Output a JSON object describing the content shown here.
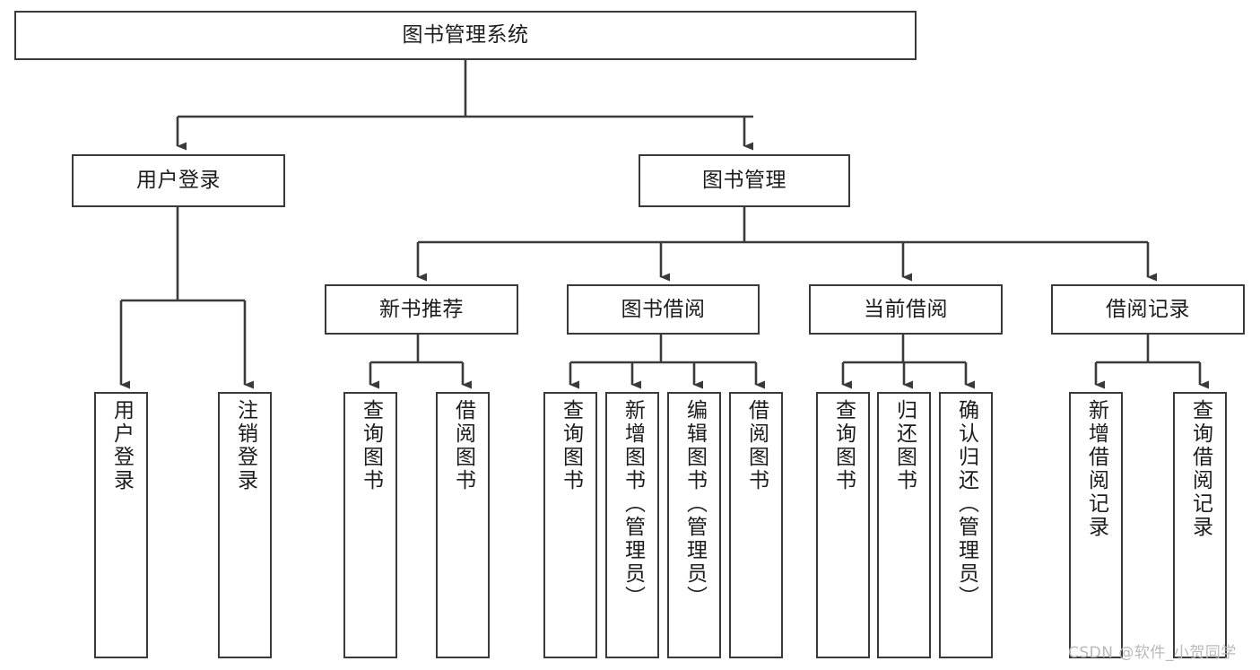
{
  "diagram": {
    "title": "图书管理系统",
    "type": "hierarchy-tree",
    "root": {
      "id": "root",
      "label": "图书管理系统",
      "orientation": "horizontal"
    },
    "level2": [
      {
        "id": "user-login",
        "label": "用户登录",
        "orientation": "horizontal"
      },
      {
        "id": "book-management",
        "label": "图书管理",
        "orientation": "horizontal"
      }
    ],
    "level3": [
      {
        "id": "new-book-recommend",
        "label": "新书推荐",
        "orientation": "horizontal",
        "parent": "book-management"
      },
      {
        "id": "book-borrow",
        "label": "图书借阅",
        "orientation": "horizontal",
        "parent": "book-management"
      },
      {
        "id": "current-borrow",
        "label": "当前借阅",
        "orientation": "horizontal",
        "parent": "book-management"
      },
      {
        "id": "borrow-record",
        "label": "借阅记录",
        "orientation": "horizontal",
        "parent": "book-management"
      }
    ],
    "leaves": [
      {
        "id": "leaf-user-login",
        "label": "用户登录",
        "orientation": "vertical",
        "parent": "user-login"
      },
      {
        "id": "leaf-logout-login",
        "label": "注销登录",
        "orientation": "vertical",
        "parent": "user-login"
      },
      {
        "id": "leaf-query-book-1",
        "label": "查询图书",
        "orientation": "vertical",
        "parent": "new-book-recommend"
      },
      {
        "id": "leaf-borrow-book-1",
        "label": "借阅图书",
        "orientation": "vertical",
        "parent": "new-book-recommend"
      },
      {
        "id": "leaf-query-book-2",
        "label": "查询图书",
        "orientation": "vertical",
        "parent": "book-borrow"
      },
      {
        "id": "leaf-add-book-admin",
        "label": "新增图书（管理员）",
        "orientation": "vertical",
        "parent": "book-borrow"
      },
      {
        "id": "leaf-edit-book-admin",
        "label": "编辑图书（管理员）",
        "orientation": "vertical",
        "parent": "book-borrow"
      },
      {
        "id": "leaf-borrow-book-2",
        "label": "借阅图书",
        "orientation": "vertical",
        "parent": "book-borrow"
      },
      {
        "id": "leaf-query-book-3",
        "label": "查询图书",
        "orientation": "vertical",
        "parent": "current-borrow"
      },
      {
        "id": "leaf-return-book",
        "label": "归还图书",
        "orientation": "vertical",
        "parent": "current-borrow"
      },
      {
        "id": "leaf-confirm-return-admin",
        "label": "确认归还（管理员）",
        "orientation": "vertical",
        "parent": "current-borrow"
      },
      {
        "id": "leaf-add-borrow-record",
        "label": "新增借阅记录",
        "orientation": "vertical",
        "parent": "borrow-record"
      },
      {
        "id": "leaf-query-borrow-record",
        "label": "查询借阅记录",
        "orientation": "vertical",
        "parent": "borrow-record"
      }
    ]
  },
  "watermark": {
    "text": "CSDN @软件_小贺同学"
  },
  "colors": {
    "stroke": "#3a3a3a",
    "text": "#1c1c1c",
    "background": "#ffffff",
    "watermark": "#b9b9b9"
  }
}
